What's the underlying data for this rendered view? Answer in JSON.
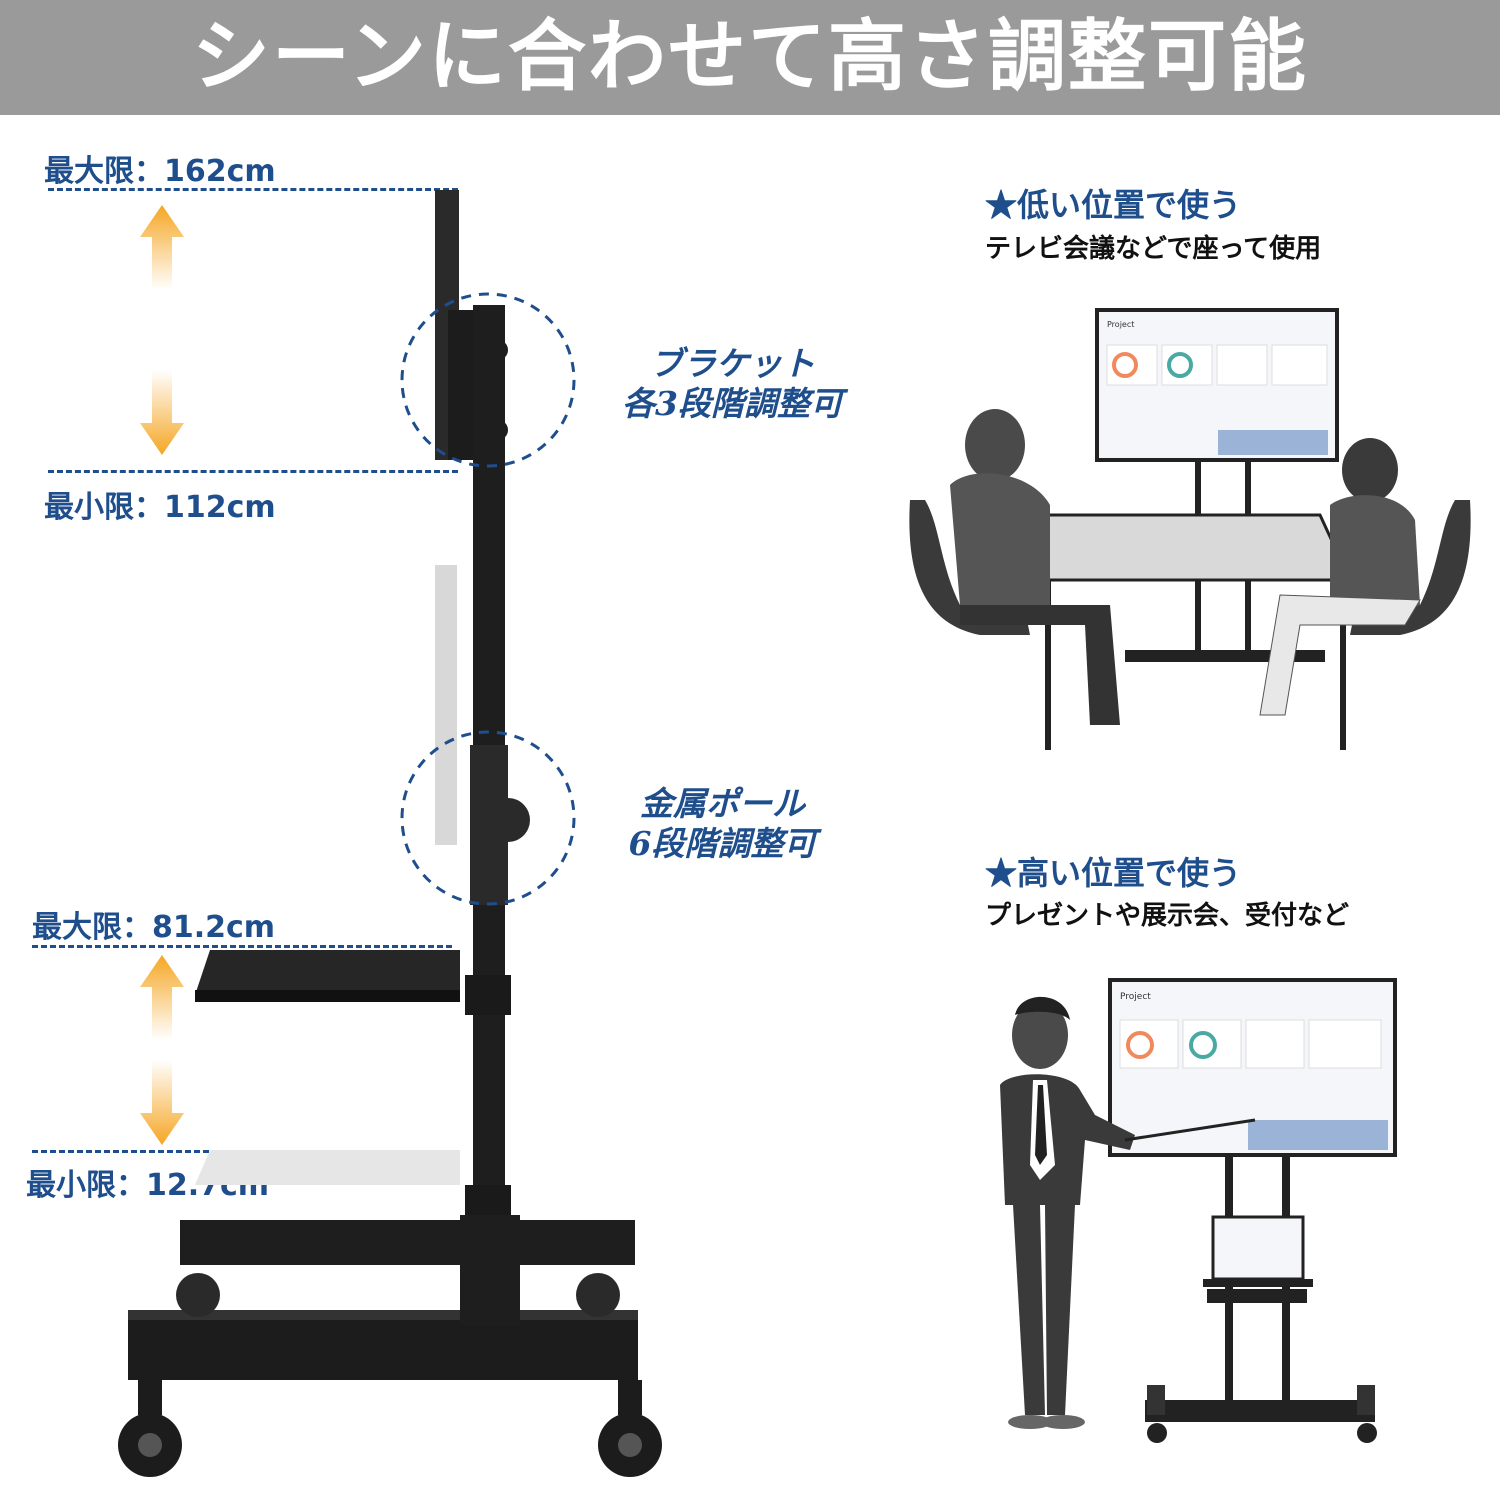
{
  "banner": {
    "title": "シーンに合わせて高さ調整可能"
  },
  "measurements": {
    "bracket_max": "最大限：162cm",
    "bracket_min": "最小限：112cm",
    "shelf_max": "最大限：81.2cm",
    "shelf_min": "最小限：12.7cm"
  },
  "callouts": {
    "bracket_line1": "ブラケット",
    "bracket_line2": "各3段階調整可",
    "pole_line1": "金属ポール",
    "pole_line2": "6段階調整可"
  },
  "scenes": {
    "low_heading": "★低い位置で使う",
    "low_sub": "テレビ会議などで座って使用",
    "high_heading": "★高い位置で使う",
    "high_sub": "プレゼントや展示会、受付など"
  },
  "screen": {
    "title": "Project"
  },
  "colors": {
    "accent": "#1f4e8c",
    "banner": "#9a9a9a",
    "arrow": "#f5a623"
  }
}
